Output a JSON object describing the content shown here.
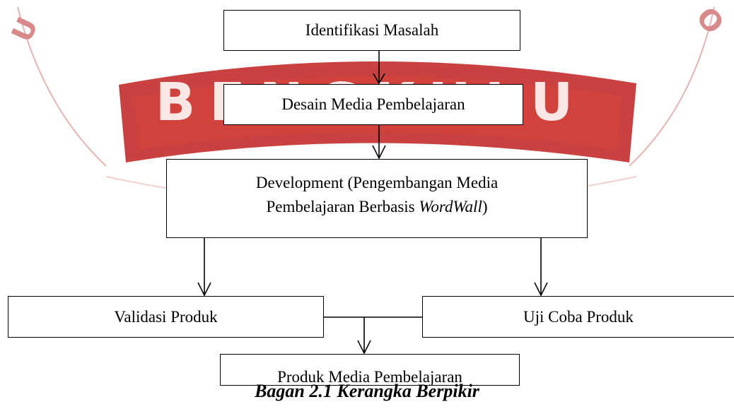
{
  "watermark": {
    "text": "BENGKULU",
    "side_letter_left": "U",
    "side_letter_right": "O",
    "color": "#c0201f"
  },
  "boxes": {
    "identifikasi": "Identifikasi Masalah",
    "desain": "Desain Media Pembelajaran",
    "development_line1": "Development (Pengembangan Media",
    "development_line2_prefix": "Pembelajaran Berbasis ",
    "development_line2_italic": "WordWall",
    "development_line2_suffix": ")",
    "validasi": "Validasi Produk",
    "ujicoba": "Uji Coba Produk",
    "produk": "Produk Media Pembelajaran"
  },
  "caption": "Bagan 2.1 Kerangka Berpikir"
}
